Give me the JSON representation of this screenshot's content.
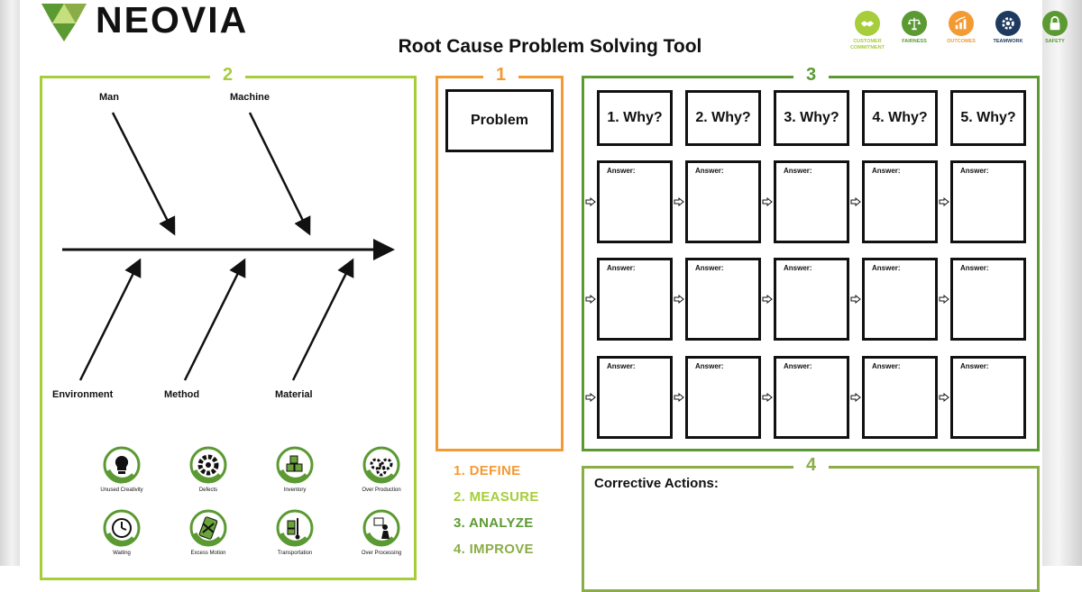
{
  "brand": {
    "name": "NEOVIA"
  },
  "title": "Root Cause Problem Solving Tool",
  "values": [
    {
      "label": "CUSTOMER COMMITMENT",
      "color": "#a7cd3a",
      "icon": "handshake-icon"
    },
    {
      "label": "FAIRNESS",
      "color": "#5b9a33",
      "icon": "scales-icon"
    },
    {
      "label": "OUTCOMES",
      "color": "#f39a33",
      "icon": "growth-chart-icon"
    },
    {
      "label": "TEAMWORK",
      "color": "#1e3a5f",
      "icon": "gear-team-icon"
    },
    {
      "label": "SAFETY",
      "color": "#5b9a33",
      "icon": "padlock-icon"
    }
  ],
  "panels": {
    "p1": "1",
    "p2": "2",
    "p3": "3",
    "p4": "4"
  },
  "fishbone": {
    "top_labels": [
      "Man",
      "Machine"
    ],
    "bottom_labels": [
      "Environment",
      "Method",
      "Material"
    ]
  },
  "wastes": [
    {
      "label": "Unused Creativity",
      "icon": "lightbulb-icon"
    },
    {
      "label": "Defects",
      "icon": "broken-gear-icon"
    },
    {
      "label": "Inventory",
      "icon": "boxes-icon"
    },
    {
      "label": "Over Production",
      "icon": "gears-icon"
    },
    {
      "label": "Waiting",
      "icon": "clock-icon"
    },
    {
      "label": "Excess Motion",
      "icon": "motion-icon"
    },
    {
      "label": "Transportation",
      "icon": "hand-truck-icon"
    },
    {
      "label": "Over Processing",
      "icon": "person-paper-icon"
    }
  ],
  "problem_label": "Problem",
  "whys": [
    "1. Why?",
    "2. Why?",
    "3. Why?",
    "4. Why?",
    "5. Why?"
  ],
  "answer_label": "Answer:",
  "steps": [
    {
      "label": "1. DEFINE",
      "color": "#f39a33"
    },
    {
      "label": "2. MEASURE",
      "color": "#a7cd3a"
    },
    {
      "label": "3. ANALYZE",
      "color": "#5b9a33"
    },
    {
      "label": "4. IMPROVE",
      "color": "#8bad48"
    }
  ],
  "corrective_actions_label": "Corrective Actions:"
}
